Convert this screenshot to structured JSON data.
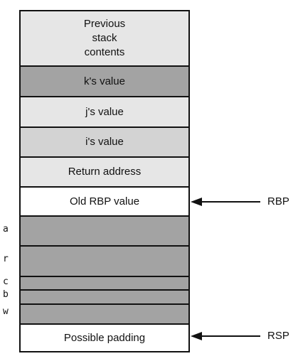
{
  "stack": {
    "previous_contents": "Previous\nstack\ncontents",
    "k_value": "k's value",
    "j_value": "j's value",
    "i_value": "i's value",
    "return_address": "Return address",
    "old_rbp": "Old RBP value",
    "padding": "Possible padding"
  },
  "locals": {
    "a": "a",
    "r": "r",
    "c": "c",
    "b": "b",
    "w": "w"
  },
  "pointers": {
    "rbp": "RBP",
    "rsp": "RSP"
  }
}
